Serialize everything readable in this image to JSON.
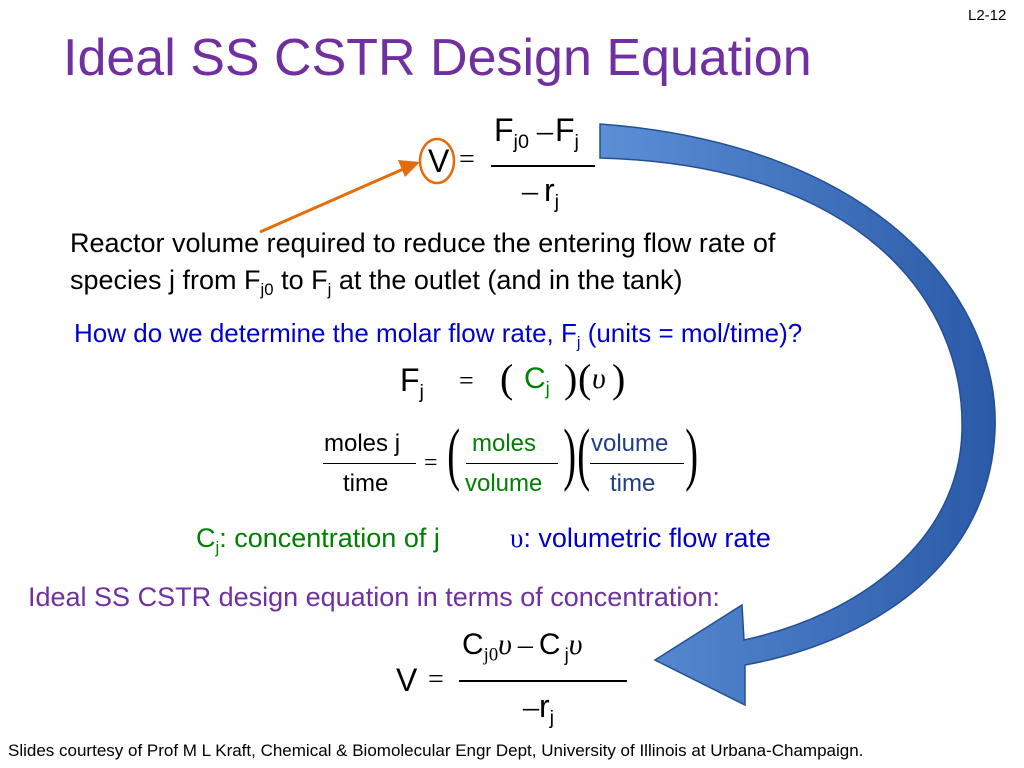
{
  "slide_number": "L2-12",
  "title": "Ideal SS CSTR Design Equation",
  "colors": {
    "title": "#7030a0",
    "blue_text": "#0000cc",
    "green_text": "#008000",
    "arrow_orange": "#e46c0a",
    "arrow_blue": "#3a6bb5"
  },
  "eq1": {
    "lhs": "V",
    "equals": "=",
    "num_F": "F",
    "num_sub1": "j0",
    "minus": "–",
    "num_F2": "F",
    "num_sub2": "j",
    "den_minus": "–",
    "den_r": "r",
    "den_sub": "j"
  },
  "description": {
    "line1": "Reactor volume required to reduce the entering flow rate of",
    "line2_a": "species j from F",
    "line2_sub1": "j0",
    "line2_b": " to F",
    "line2_sub2": "j",
    "line2_c": " at the outlet (and in the tank)"
  },
  "question": {
    "a": "How do we determine the molar flow rate, F",
    "sub": "j",
    "b": " (units = mol/time)?"
  },
  "eq2": {
    "F": "F",
    "F_sub": "j",
    "equals": "=",
    "C": "C",
    "C_sub": "j",
    "nu": "υ"
  },
  "units": {
    "lhs_num": "moles j",
    "lhs_den": "time",
    "equals": "=",
    "c_num": "moles",
    "c_den": "volume",
    "v_num": "volume",
    "v_den": "time"
  },
  "defs": {
    "c_label_a": "C",
    "c_label_sub": "j",
    "c_label_b": ": concentration of j",
    "nu_symbol": "υ",
    "nu_label": ": volumetric flow rate"
  },
  "subtitle": "Ideal SS CSTR design equation in terms of concentration:",
  "eq3": {
    "lhs": "V",
    "equals": "=",
    "C1": "C",
    "C1_sub": "j0",
    "nu1": "υ",
    "minus": "–",
    "C2": "C",
    "C2_sub": "j",
    "nu2": "υ",
    "den_minus": "–",
    "den_r": "r",
    "den_sub": "j"
  },
  "footer": "Slides courtesy of Prof M L Kraft, Chemical & Biomolecular Engr Dept, University of Illinois at Urbana-Champaign."
}
